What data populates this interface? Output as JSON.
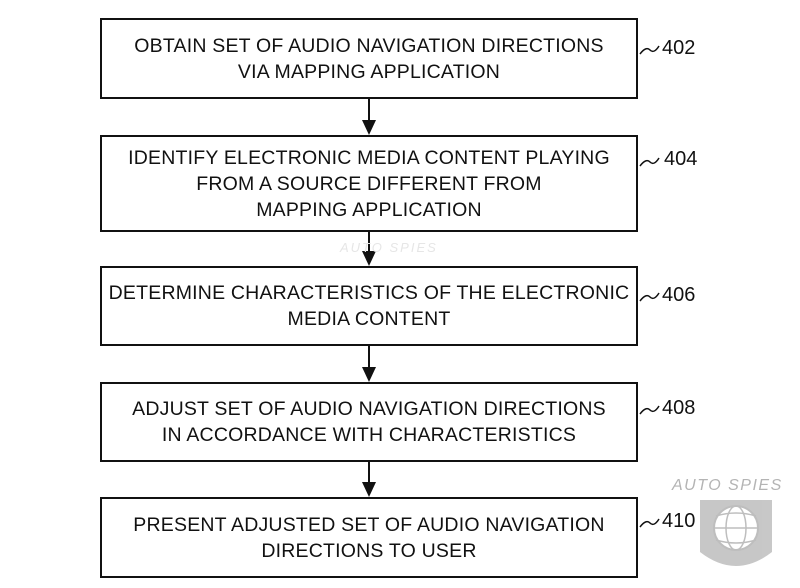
{
  "steps": [
    {
      "text": "OBTAIN SET OF AUDIO NAVIGATION DIRECTIONS\nVIA MAPPING APPLICATION",
      "ref": "402"
    },
    {
      "text": "IDENTIFY ELECTRONIC MEDIA CONTENT PLAYING\nFROM A SOURCE DIFFERENT FROM\nMAPPING APPLICATION",
      "ref": "404"
    },
    {
      "text": "DETERMINE CHARACTERISTICS OF THE ELECTRONIC\nMEDIA CONTENT",
      "ref": "406"
    },
    {
      "text": "ADJUST SET OF AUDIO NAVIGATION DIRECTIONS\nIN ACCORDANCE WITH CHARACTERISTICS",
      "ref": "408"
    },
    {
      "text": "PRESENT ADJUSTED SET OF AUDIO NAVIGATION\nDIRECTIONS TO USER",
      "ref": "410"
    }
  ],
  "watermark": {
    "bottom_text": "AUTO SPIES",
    "center_text": "AUTO SPIES"
  },
  "colors": {
    "line": "#111111",
    "watermark": "#b4b4b4"
  }
}
